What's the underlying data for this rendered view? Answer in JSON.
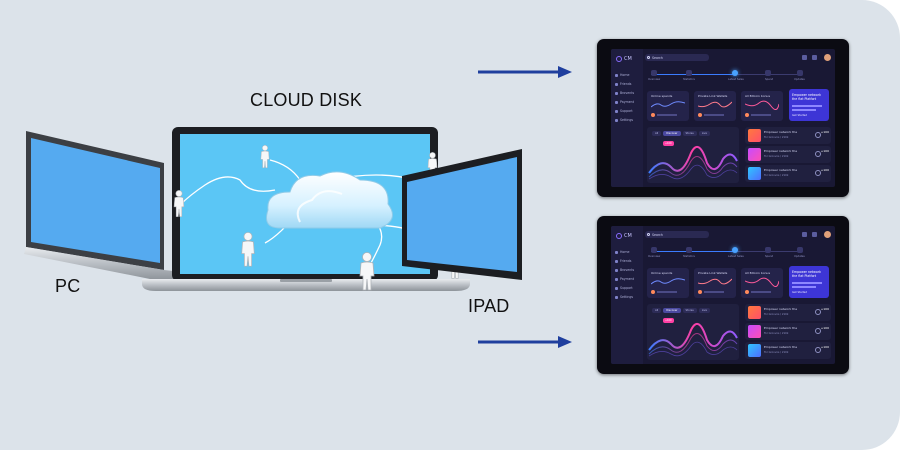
{
  "labels": {
    "cloud_disk": "CLOUD DISK",
    "pc": "PC",
    "ipad": "IPAD"
  },
  "colors": {
    "background_card": "#dce3ea",
    "arrow": "#1f3f9e",
    "laptop_screen": "#5bc6f5",
    "pc_screen": "#55aaf0",
    "tablet_screen_bg": "#191834",
    "accent_purple": "#3d35d6",
    "accent_pink": "#ff3fa4"
  },
  "icons": {
    "person": "person-icon",
    "cloud": "cloud-icon",
    "arrow": "arrow-right-icon"
  },
  "dashboard": {
    "logo": "CM",
    "search": "Search",
    "nav": [
      "Home",
      "Friends",
      "Brovents",
      "Payment",
      "Support",
      "Settings"
    ],
    "steps": [
      "Overview",
      "Statistics",
      "Latest Sales",
      "Spend",
      "Updates"
    ],
    "cards": [
      "Online spends",
      "Private Link Wallets",
      "All Bitcoin bonus"
    ],
    "promo": "Empower network the flat Platfort",
    "promo_action": "Get Started",
    "tabs": [
      "All",
      "Discover",
      "Stores",
      "Live"
    ],
    "rows": [
      {
        "title": "Empower network the",
        "sub": "Tor Gronvos / 210k",
        "value": "+100"
      },
      {
        "title": "Empower network the",
        "sub": "Tor Gronvos / 210k",
        "value": "+100"
      },
      {
        "title": "Empower network the",
        "sub": "Tor Gronvos / 210k",
        "value": "+100"
      }
    ]
  }
}
